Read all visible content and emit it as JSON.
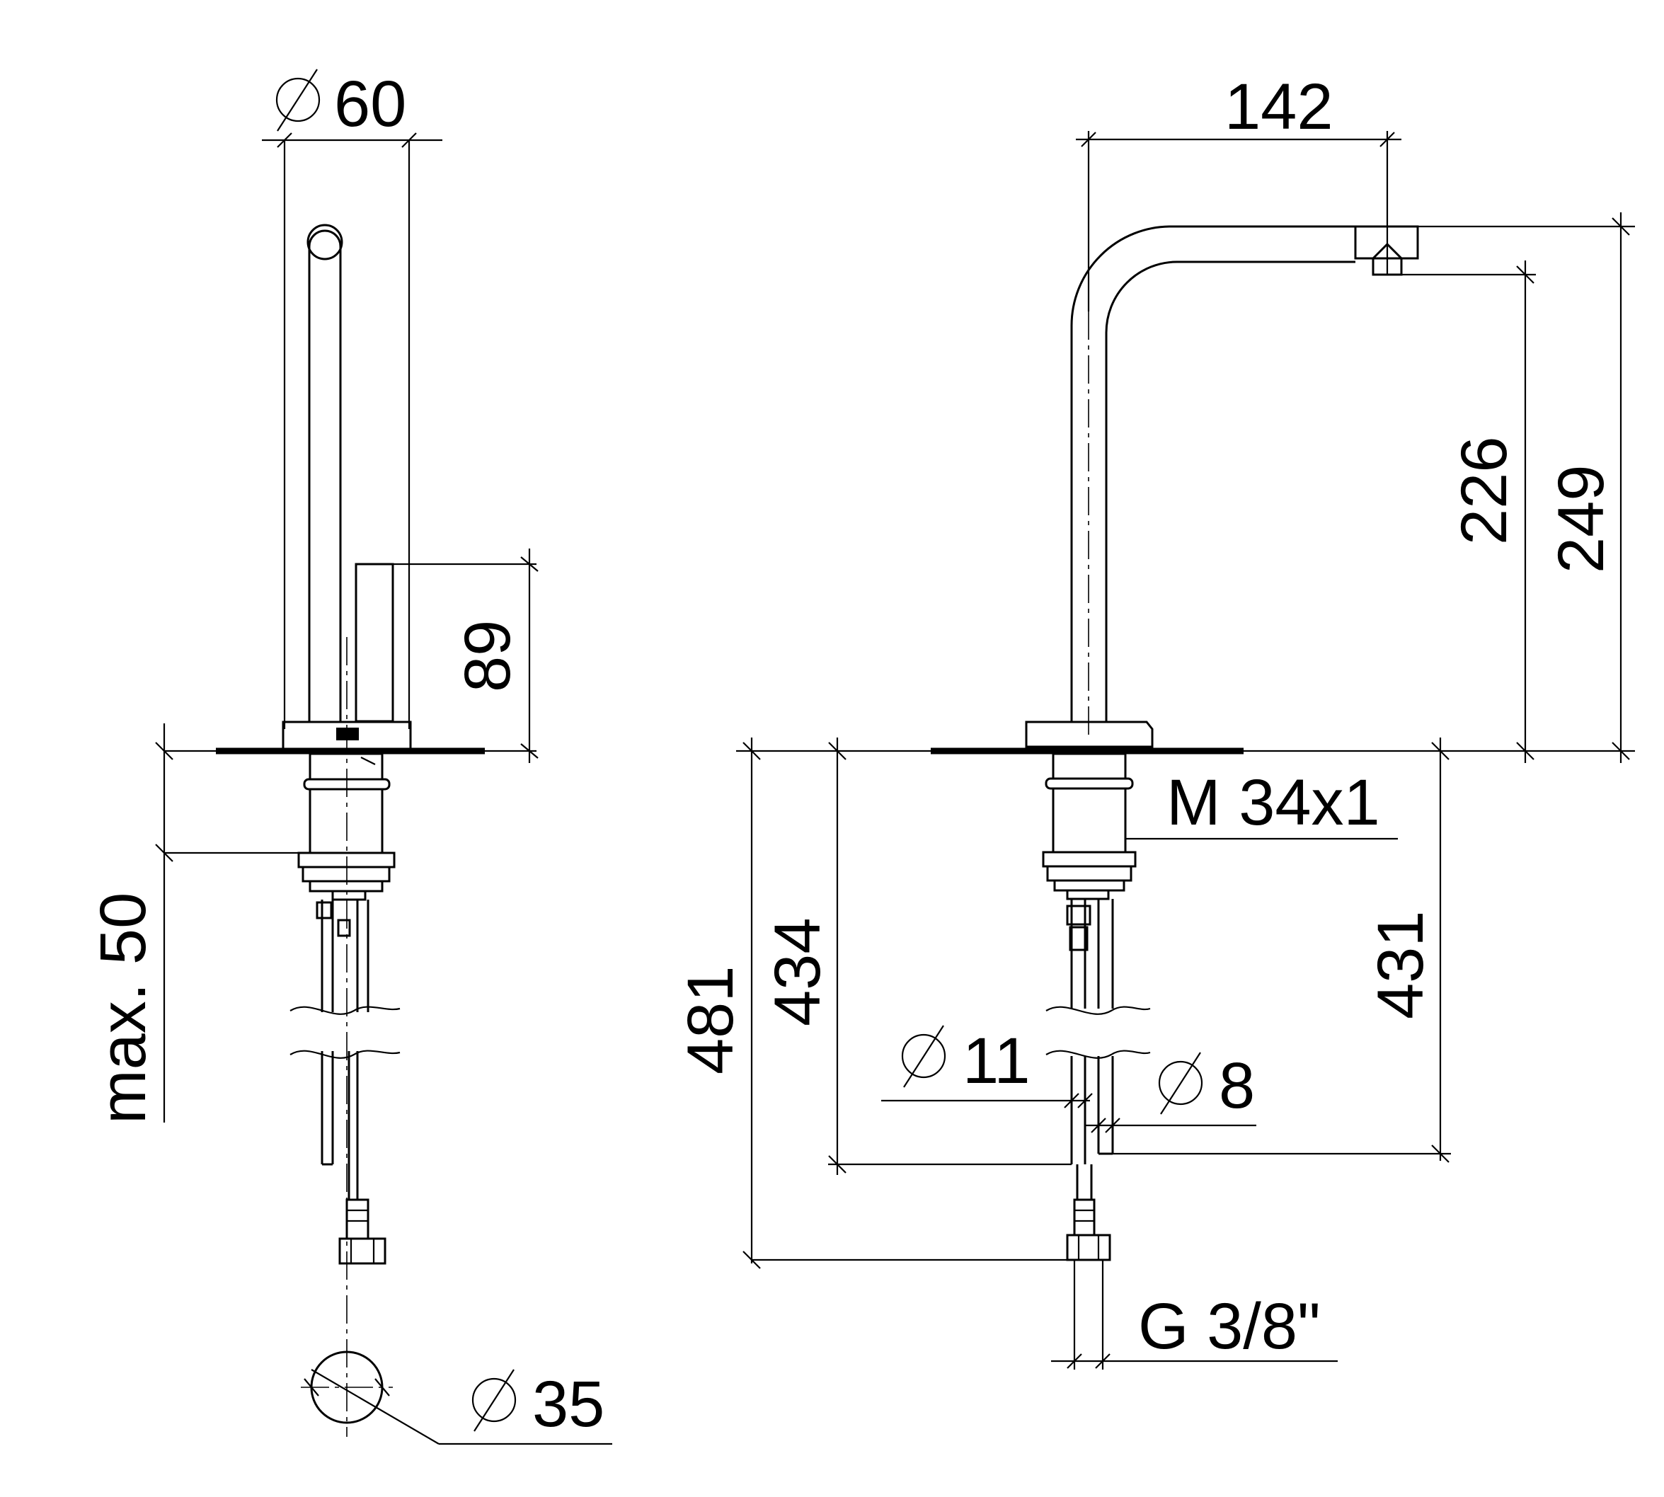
{
  "drawing": {
    "side_view": {
      "dim_top_diameter": "60",
      "dim_handle_height": "89",
      "dim_deck_thickness": "max. 50",
      "dim_hole_diameter": "35"
    },
    "front_view": {
      "dim_spout_reach": "142",
      "dim_spout_height_outlet": "226",
      "dim_spout_height_total": "249",
      "dim_thread": "M 34x1",
      "dim_hose_length_short": "434",
      "dim_hose_length_long": "481",
      "dim_hose_length_mid": "431",
      "dim_hose_diameter_large": "11",
      "dim_hose_diameter_small": "8",
      "dim_connection": "G 3/8\""
    },
    "diameter_symbol": "⌀"
  }
}
